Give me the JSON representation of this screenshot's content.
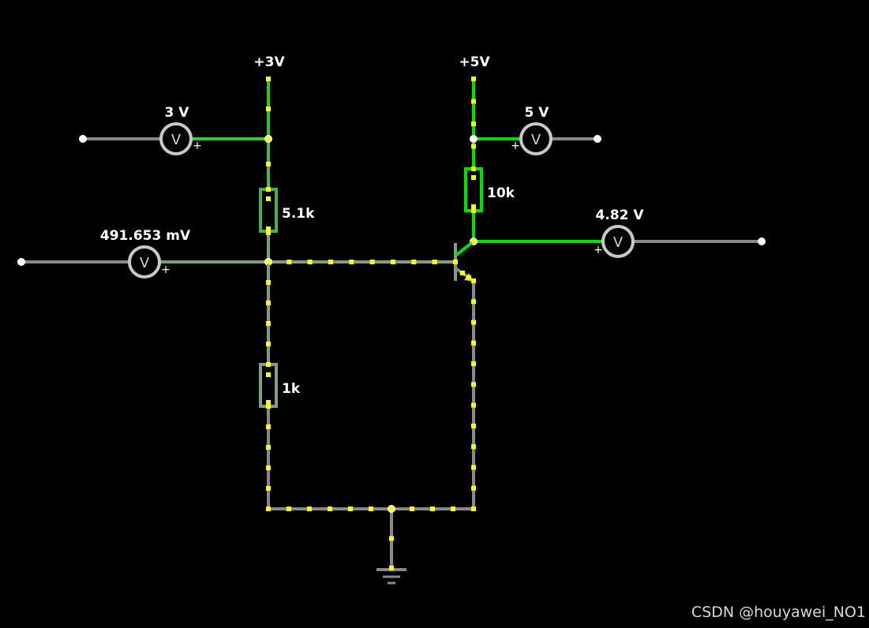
{
  "rails": {
    "v3_label": "+3V",
    "v5_label": "+5V"
  },
  "meters": {
    "m1": {
      "reading": "3 V",
      "symbol": "V",
      "plus": "+"
    },
    "m2": {
      "reading": "5 V",
      "symbol": "V",
      "plus": "+"
    },
    "m3": {
      "reading": "4.82 V",
      "symbol": "V",
      "plus": "+"
    },
    "m4": {
      "reading": "491.653 mV",
      "symbol": "V",
      "plus": "+"
    }
  },
  "resistors": {
    "r1": "5.1k",
    "r2": "10k",
    "r3": "1k"
  },
  "colors": {
    "background": "#000000",
    "wire_active": "#00e000",
    "wire_dim": "#7f9f7f",
    "wire_gray": "#888888",
    "current_dot": "#ffff00",
    "meter_ring": "#c8c8c8"
  },
  "watermark": "CSDN @houyawei_NO1"
}
